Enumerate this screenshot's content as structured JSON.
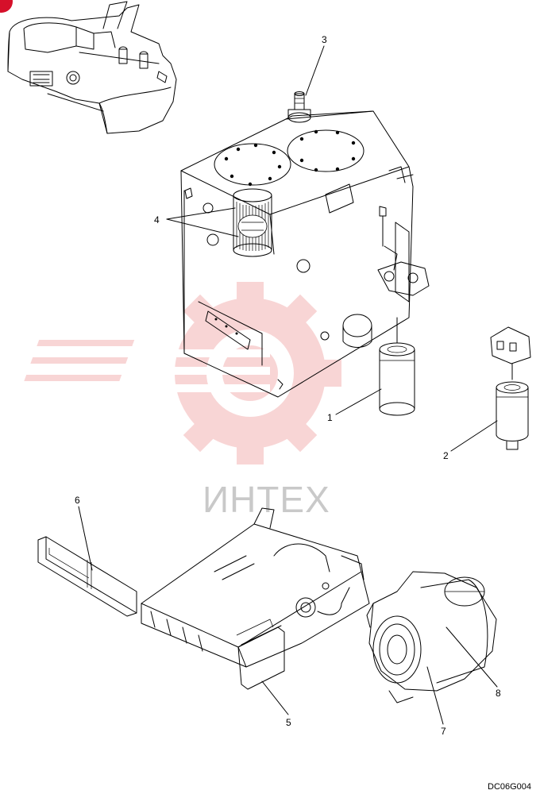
{
  "figure": {
    "watermark_text": "ИНТЕХ",
    "drawing_code": "DC06G004",
    "watermark_color": "#f3b3b3",
    "marker_color": "#d6102a"
  },
  "callouts": [
    {
      "num": "1",
      "part": "oil-filter"
    },
    {
      "num": "2",
      "part": "fuel-filter"
    },
    {
      "num": "3",
      "part": "breather"
    },
    {
      "num": "4",
      "part": "return-filter"
    },
    {
      "num": "5",
      "part": "aircon-filter-inner"
    },
    {
      "num": "6",
      "part": "aircon-filter-outer"
    },
    {
      "num": "7",
      "part": "air-cleaner-outer-element"
    },
    {
      "num": "8",
      "part": "air-cleaner-inner-element"
    }
  ]
}
